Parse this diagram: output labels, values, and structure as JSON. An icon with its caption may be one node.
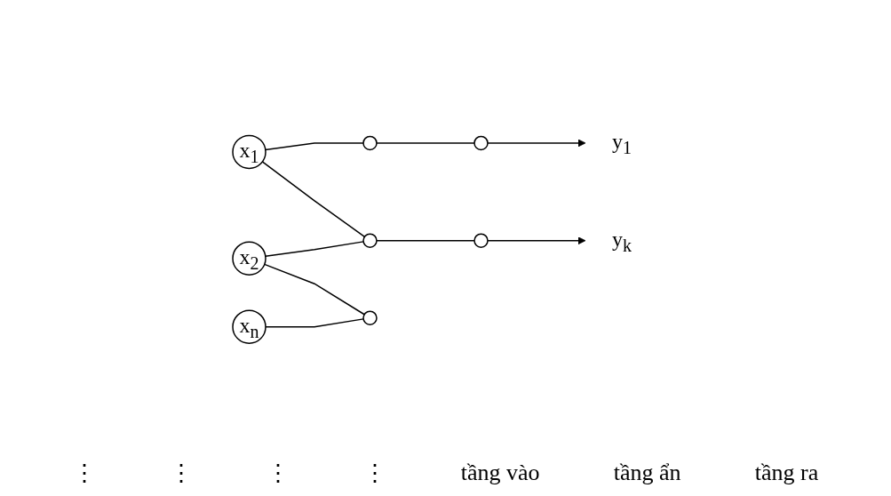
{
  "diagram": {
    "nodes": [
      {
        "text": [
          "x$_{1}$"
        ]
      },
      {
        "text": [
          "x$_{2}$"
        ]
      },
      {
        "text": [
          "x$_{n}$"
        ]
      },
      {
        "text": [],
        "shape": "circle"
      },
      {
        "text": [],
        "shape": "circle"
      },
      {
        "text": [],
        "shape": "circle"
      },
      {
        "text": [],
        "shape": "circle"
      },
      {
        "text": [],
        "shape": "circle"
      },
      {
        "text": [
          "y$_{1}$"
        ]
      },
      {
        "text": [
          "y$_{k}$"
        ]
      }
    ],
    "edges": [
      {
        "from": 0,
        "to": 3,
        "arrow": "none"
      },
      {
        "from": 0,
        "to": 4,
        "arrow": "none"
      },
      {
        "from": 1,
        "to": 4,
        "arrow": "none"
      },
      {
        "from": 1,
        "to": 5,
        "arrow": "none"
      },
      {
        "from": 2,
        "to": 5,
        "arrow": "none"
      },
      {
        "from": 3,
        "to": 6,
        "arrow": "none"
      },
      {
        "from": 4,
        "to": 7,
        "arrow": "none"
      },
      {
        "from": 6,
        "to": 8,
        "arrow": "to"
      },
      {
        "from": 7,
        "to": 9,
        "arrow": "to"
      }
    ],
    "labels": [
      "⋮",
      "⋮",
      "⋮",
      "⋮",
      "tầng vào",
      "tầng ẩn",
      "tầng ra"
    ]
  }
}
